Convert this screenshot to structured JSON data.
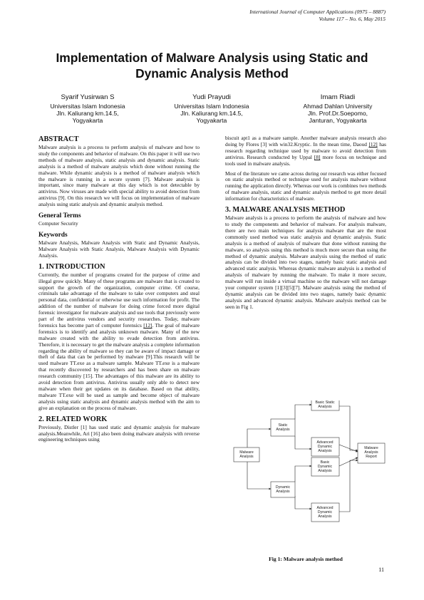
{
  "header": {
    "journal": "International Journal of Computer Applications (0975 – 8887)",
    "volume": "Volume 117 – No. 6, May 2015"
  },
  "title": {
    "line1": "Implementation of Malware Analysis using Static and",
    "line2": "Dynamic Analysis Method"
  },
  "authors": [
    {
      "name": "Syarif Yusirwan S",
      "affil": "Universitas Islam Indonesia",
      "addr1": "Jln. Kaliurang km.14.5,",
      "addr2": "Yogyakarta"
    },
    {
      "name": "Yudi Prayudi",
      "affil": "Universitas Islam Indonesia",
      "addr1": "Jln. Kaliurang km.14.5,",
      "addr2": "Yogyakarta"
    },
    {
      "name": "Imam Riadi",
      "affil": "Ahmad Dahlan University",
      "addr1": "Jln. Prof.Dr.Soepomo,",
      "addr2": "Janturan, Yogyakarta"
    }
  ],
  "abstract": {
    "heading": "ABSTRACT",
    "text": "Malware analysis is a process to perform analysis of malware and how to study the components and behavior of malware. On this paper it will use two methods of malware analysis, static analysis and dynamic analysis. Static analysis is a method of malware analysis which done without running the malware. While dynamic analysis is a method of malware analysis which the malware is running in a secure system [7]. Malware analysis is important, since many malware at this day which is not detectable by antivirus. Now viruses are made with special ability to avoid detection from antivirus [9]. On this research we will focus on implementation of malware analysis using static analysis and dynamic analysis method."
  },
  "general_terms": {
    "heading": "General Terms",
    "text": "Computer Security"
  },
  "keywords": {
    "heading": "Keywords",
    "text": "Malware Analysis, Malware Analysis with Static and Dynamic Analysis, Malware Analysis with Static Analysis, Malware Analysis with Dynamic Analysis."
  },
  "intro": {
    "heading": "1.  INTRODUCTION",
    "p1_a": "Currently, the number of programs created for the purpose of crime and illegal grow quickly. Many of these programs are malware that is created to support the growth of the organization, computer crime. Of course, criminals take advantage of the malware to take over computers and steal personal data, confidential or otherwise use such information for profit. The addition of the number of malware for doing crime forced more digital forensic investigator for malware analysis and use tools that previously were part of the antivirus vendors and security researches. Today, malware forensics has become part of computer forensics ",
    "p1_ref": "[12]",
    "p1_b": ". The goal of malware forensics is to identify and analysis unknown malware. Many of the new malware created with the ability to evade detection from antivirus. Therefore, it is necessary to get the malware analysis a complete information regarding the ability of malware so they can be aware of impact damage or theft of data that can be performed by malware [9].This research will be used malware TT.exe as a malware sample. Malware TT.exe is a malware that recently discovered by researchers and has been share on malware research community [15]. The advantages of this malware are its ability to avoid detection from antivirus. Antivirus usually only able to detect new malware when their get updates on its database. Based on that ability, malware TT.exe will be used as sample and become object of malware analysis using static analysis and dynamic analysis method with the aim to give an explanation on the process of malware."
  },
  "related": {
    "heading": "2.  RELATED WORK",
    "p1": "Previously, Distler [1] has used static and dynamic analysis for malware analysis.Meanwhile, Ari [16] also been doing malware analysis with reverse engineering techniques using",
    "p1_cont_a": "biscuit apt1 as a malware sample. Another malware analysis research also doing by Flores [3] with win32.Kryptic. In the mean time, Daoud ",
    "p1_ref1": "[12]",
    "p1_cont_b": " has research regarding technique used by malware to avoid detection from antivirus. Research conducted by Uppal ",
    "p1_ref2": "[8]",
    "p1_cont_c": " more focus on technique and tools used in malware analysis.",
    "p2": "Most of the literature we came across during our research was either focused on static analysis method or technique used for analysis malware without running the application directly. Whereas our work is combines two methods of malware analysis, static and dynamic analysis method to get more detail information for characteristics of malware."
  },
  "method": {
    "heading": "3.  MALWARE ANALYSIS METHOD",
    "p1": "Malware analysis is a process to perform the analysis of malware and how to study the components and behavior of malware. For analysis malware, there are two main techniques for analysis malware that are the most commonly used method was static analysis and dynamic analysis. Static analysis is a method of analysis of malware that done without running the malware, so analysis using this method is much more secure than using the method of dynamic analysis. Malware analysis using the method of static analysis can be divided into two stages, namely basic static analysis and advanced static analysis. Whereas dynamic malware analysis is a method of analysis of malware by running the malware. To make it more secure, malware will run inside a virtual machine so the malware will not damage your computer system [1][3][5][7]. Malware analysis using the method of dynamic analysis can be divided into two stages, namely basic dynamic analysis and advanced dynamic analysis. Malware analysis method can be seen in Fig 1."
  },
  "figure": {
    "caption": "Fig 1: Malware analysis method",
    "boxes": {
      "malware_analysis": [
        "Malware",
        "Analysis"
      ],
      "static": [
        "Static",
        "Analysis"
      ],
      "dynamic": [
        "Dynamic",
        "Analysis"
      ],
      "basic_static": [
        "Basic Static",
        "Analysis"
      ],
      "advanced_static": [
        "Advanced",
        "Dynamic",
        "Analysis"
      ],
      "basic_dynamic": [
        "Basic",
        "Dynamic",
        "Analysis"
      ],
      "advanced_dynamic": [
        "Advanced",
        "Dynamic",
        "Analysis"
      ],
      "report": [
        "Malware",
        "Analysis",
        "Report"
      ]
    }
  },
  "page_number": "11"
}
